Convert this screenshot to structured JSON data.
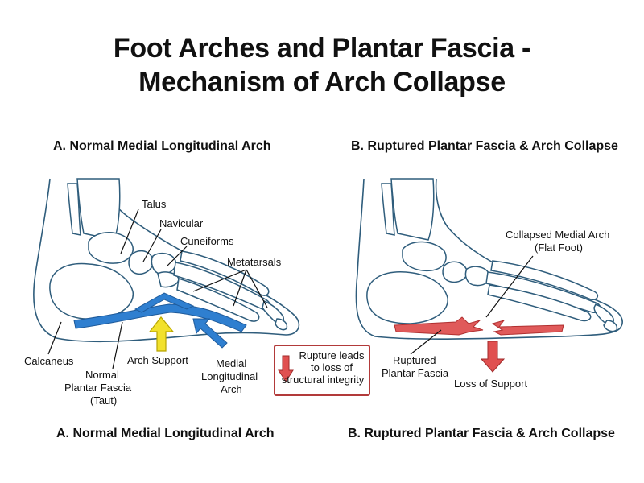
{
  "title": {
    "line1": "Foot Arches and Plantar Fascia -",
    "line2": "Mechanism of Arch Collapse"
  },
  "panelA": {
    "heading_top": "A. Normal Medial Longitudinal Arch",
    "heading_bottom": "A. Normal Medial Longitudinal Arch",
    "labels": {
      "talus": "Talus",
      "navicular": "Navicular",
      "cuneiforms": "Cuneiforms",
      "metatarsals": "Metatarsals",
      "calcaneus": "Calcaneus",
      "arch_support": "Arch Support",
      "fascia_l1": "Normal",
      "fascia_l2": "Plantar Fascia",
      "fascia_l3": "(Taut)",
      "arch_l1": "Medial",
      "arch_l2": "Longitudinal",
      "arch_l3": "Arch"
    }
  },
  "panelB": {
    "heading_top": "B. Ruptured Plantar Fascia & Arch Collapse",
    "heading_bottom": "B. Ruptured Plantar Fascia & Arch Collapse",
    "labels": {
      "collapsed_l1": "Collapsed Medial Arch",
      "collapsed_l2": "(Flat Foot)",
      "ruptured_l1": "Ruptured",
      "ruptured_l2": "Plantar Fascia",
      "loss_support": "Loss of Support"
    }
  },
  "note": {
    "line1": "Rupture leads",
    "line2": "to loss of",
    "line3": "structural integrity"
  },
  "colors": {
    "fascia_normal": "#2f7fd0",
    "fascia_ruptured": "#e05a5a",
    "arrow_support": "#f2e12c",
    "arrow_loss": "#e05050",
    "bone_outline": "#2f5d7c"
  }
}
